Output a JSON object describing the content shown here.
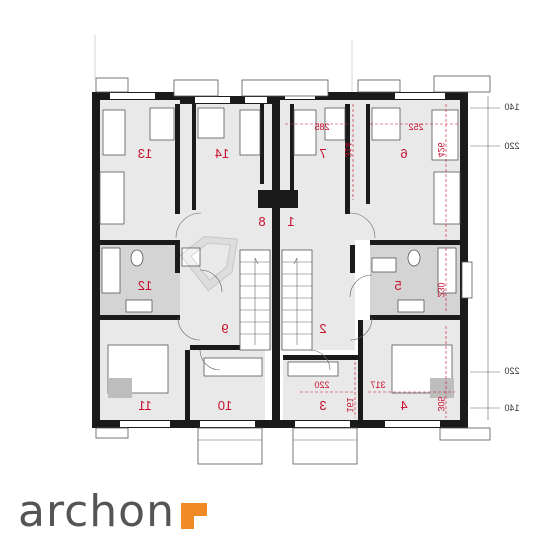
{
  "rooms": {
    "r1": "1",
    "r2": "2",
    "r3": "3",
    "r4": "4",
    "r5": "5",
    "r6": "6",
    "r7": "7",
    "r8": "8",
    "r9": "9",
    "r10": "10",
    "r11": "11",
    "r12": "12",
    "r13": "13",
    "r14": "14"
  },
  "dimensions": {
    "d285": "285",
    "d252": "252",
    "d314": "314",
    "d426": "426",
    "d230": "230",
    "d220": "220",
    "d161": "161",
    "d317": "317",
    "d305": "305"
  },
  "margin_dims": {
    "top_140": "140",
    "top_220": "220",
    "bottom_220": "220",
    "bottom_140": "140"
  },
  "brand": {
    "name": "archon"
  },
  "colors": {
    "labels": "#c8102e",
    "walls": "#1a1a1a",
    "floor": "#e9e9e9",
    "brand_accent": "#f08a24"
  }
}
